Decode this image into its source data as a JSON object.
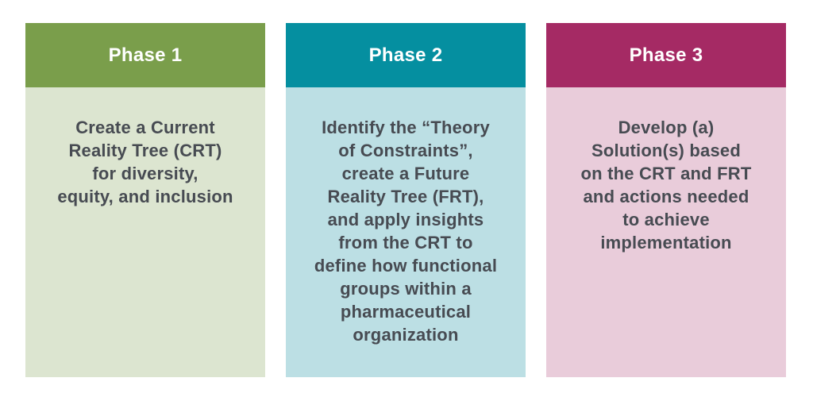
{
  "text_color": "#474b52",
  "phases": [
    {
      "label": "Phase 1",
      "header_color": "#7a9e4b",
      "body_color": "#dce5d0",
      "description_lines": [
        "Create a Current",
        "Reality Tree (CRT)",
        "for diversity,",
        "equity, and inclusion"
      ]
    },
    {
      "label": "Phase 2",
      "header_color": "#058fa0",
      "body_color": "#bcdfe4",
      "description_lines": [
        "Identify the “Theory",
        "of Constraints”,",
        "create a Future",
        "Reality Tree (FRT),",
        "and apply insights",
        "from the CRT to",
        "define how functional",
        "groups within a",
        "pharmaceutical",
        "organization"
      ]
    },
    {
      "label": "Phase 3",
      "header_color": "#a52a64",
      "body_color": "#e9ccda",
      "description_lines": [
        "Develop (a)",
        "Solution(s) based",
        "on the CRT and FRT",
        "and actions needed",
        "to achieve",
        "implementation"
      ]
    }
  ]
}
